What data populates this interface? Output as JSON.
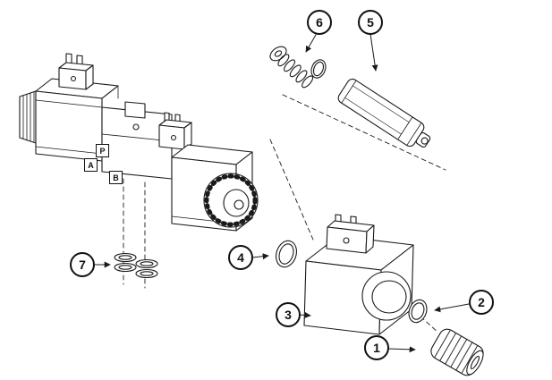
{
  "diagram": {
    "callouts": [
      {
        "number": "1"
      },
      {
        "number": "2"
      },
      {
        "number": "3"
      },
      {
        "number": "4"
      },
      {
        "number": "5"
      },
      {
        "number": "6"
      },
      {
        "number": "7"
      }
    ],
    "port_labels": [
      {
        "text": "A"
      },
      {
        "text": "P"
      },
      {
        "text": "B"
      }
    ],
    "colors": {
      "line": "#1a1a1a",
      "background": "#ffffff"
    }
  }
}
